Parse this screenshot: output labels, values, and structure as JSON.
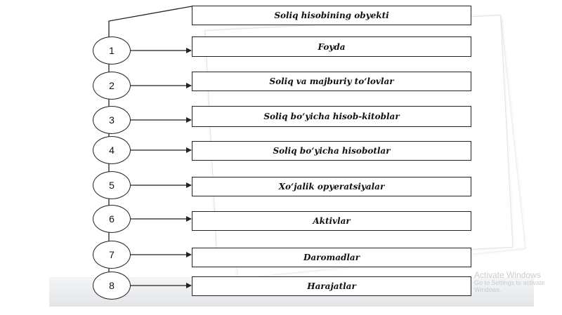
{
  "diagram": {
    "title": "Soliq hisobining obyekti",
    "steps": [
      {
        "number": "1",
        "label": "Foyda"
      },
      {
        "number": "2",
        "label": "Soliq va majburiy to‘lovlar"
      },
      {
        "number": "3",
        "label": "Soliq bo‘yicha hisob-kitoblar"
      },
      {
        "number": "4",
        "label": "Soliq bo‘yicha hisobotlar"
      },
      {
        "number": "5",
        "label": "Xo‘jalik opyeratsiyalar"
      },
      {
        "number": "6",
        "label": "Aktivlar"
      },
      {
        "number": "7",
        "label": "Daromadlar"
      },
      {
        "number": "8",
        "label": "Harajatlar"
      }
    ]
  },
  "colors": {
    "line": "#222222",
    "box_fill": "#ffffff",
    "background": "#ffffff"
  },
  "watermark": {
    "line1": "Activate Windows",
    "line2": "Go to Settings to activate Windows."
  }
}
